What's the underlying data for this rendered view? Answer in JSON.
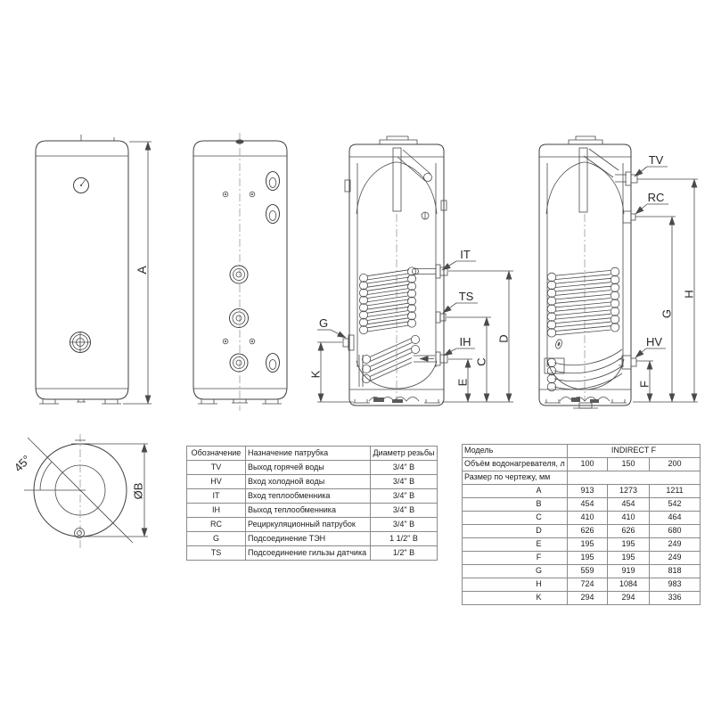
{
  "drawing": {
    "labels": {
      "height": "A",
      "angle": "45°",
      "diameter": "ØB",
      "k": "K",
      "e": "E",
      "c": "C",
      "d": "D",
      "f": "F",
      "g": "G",
      "h": "H",
      "it": "IT",
      "ts": "TS",
      "ih": "IH",
      "g_port": "G",
      "tv": "TV",
      "rc": "RC",
      "hv": "HV"
    }
  },
  "port_table": {
    "headers": [
      "Обозначение",
      "Назначение патрубка",
      "Диаметр резьбы"
    ],
    "rows": [
      {
        "code": "TV",
        "purpose": "Выход горячей воды",
        "thread": "3/4\" В"
      },
      {
        "code": "HV",
        "purpose": "Вход холодной воды",
        "thread": "3/4\" В"
      },
      {
        "code": "IT",
        "purpose": "Вход теплообменника",
        "thread": "3/4\" В"
      },
      {
        "code": "IH",
        "purpose": "Выход теплообменника",
        "thread": "3/4\" В"
      },
      {
        "code": "RC",
        "purpose": "Рециркуляционный патрубок",
        "thread": "3/4\" В"
      },
      {
        "code": "G",
        "purpose": "Подсоединение ТЭН",
        "thread": "1 1/2\" В"
      },
      {
        "code": "TS",
        "purpose": "Подсоединение гильзы датчика",
        "thread": "1/2\" В"
      }
    ]
  },
  "dimension_table": {
    "model_label": "Модель",
    "model_value": "INDIRECT F",
    "volume_label": "Объём водонагревателя, л",
    "volumes": [
      "100",
      "150",
      "200"
    ],
    "size_label": "Размер по чертежу, мм",
    "rows": [
      {
        "dim": "A",
        "values": [
          "913",
          "1273",
          "1211"
        ]
      },
      {
        "dim": "B",
        "values": [
          "454",
          "454",
          "542"
        ]
      },
      {
        "dim": "C",
        "values": [
          "410",
          "410",
          "464"
        ]
      },
      {
        "dim": "D",
        "values": [
          "626",
          "626",
          "680"
        ]
      },
      {
        "dim": "E",
        "values": [
          "195",
          "195",
          "249"
        ]
      },
      {
        "dim": "F",
        "values": [
          "195",
          "195",
          "249"
        ]
      },
      {
        "dim": "G",
        "values": [
          "559",
          "919",
          "818"
        ]
      },
      {
        "dim": "H",
        "values": [
          "724",
          "1084",
          "983"
        ]
      },
      {
        "dim": "K",
        "values": [
          "294",
          "294",
          "336"
        ]
      }
    ]
  }
}
